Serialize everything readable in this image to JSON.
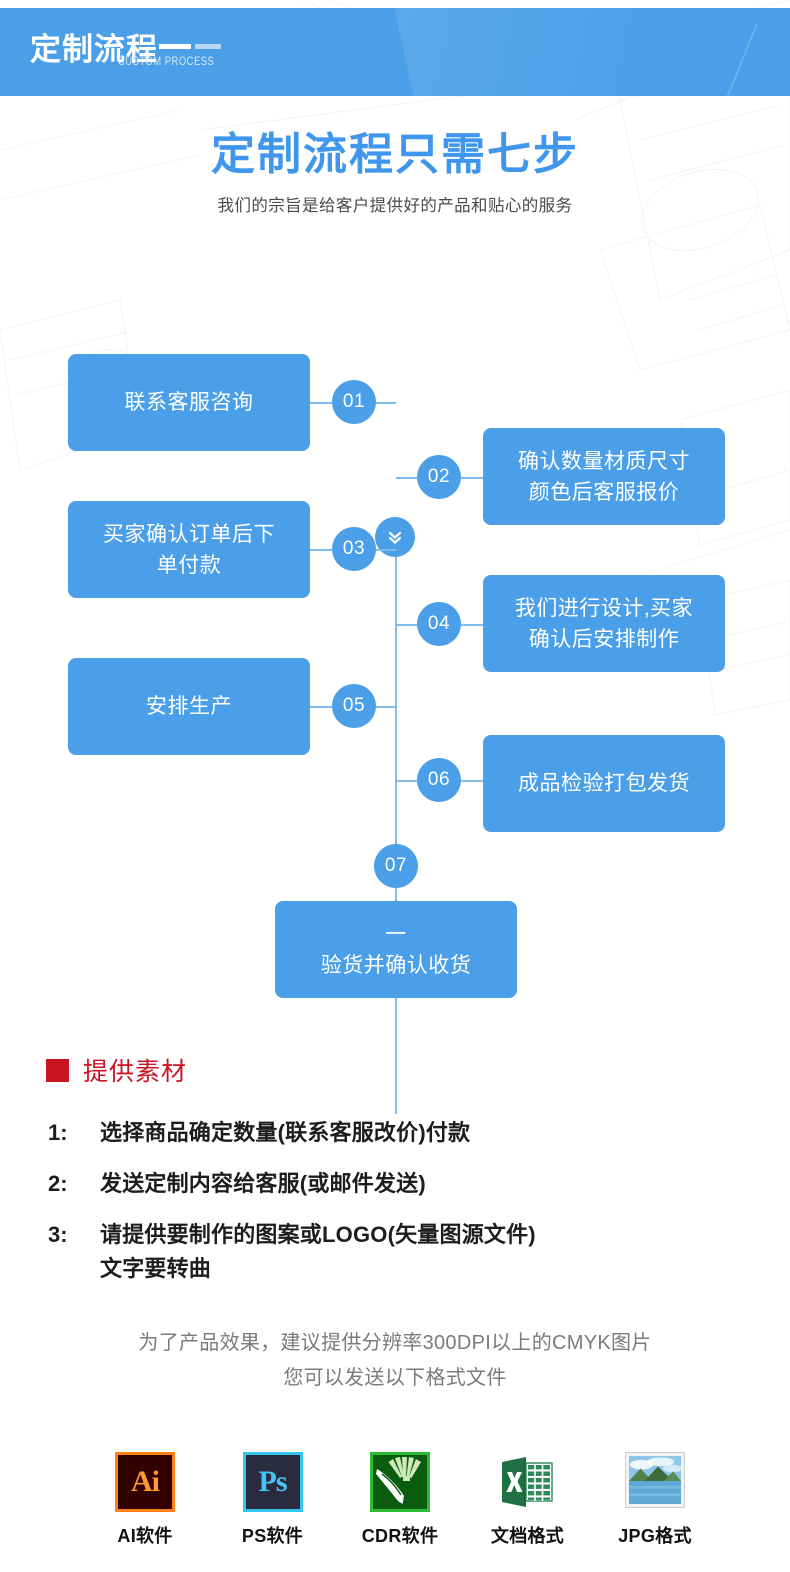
{
  "banner": {
    "title": "定制流程",
    "subtitle": "CUSTOM PROCESS",
    "bg_color": "#4a9fe8"
  },
  "hero": {
    "title": "定制流程只需七步",
    "subtitle": "我们的宗旨是给客户提供好的产品和贴心的服务",
    "title_color": "#3f96ec"
  },
  "flow": {
    "accent_color": "#4a9fe8",
    "line_color": "#7fbdf0",
    "top_icon": "chevron-double-down-icon",
    "steps": [
      {
        "number": "01",
        "label": "联系客服咨询",
        "side": "left"
      },
      {
        "number": "02",
        "label": "确认数量材质尺寸\n颜色后客服报价",
        "side": "right"
      },
      {
        "number": "03",
        "label": "买家确认订单后下\n单付款",
        "side": "left"
      },
      {
        "number": "04",
        "label": "我们进行设计,买家\n确认后安排制作",
        "side": "right"
      },
      {
        "number": "05",
        "label": "安排生产",
        "side": "left"
      },
      {
        "number": "06",
        "label": "成品检验打包发货",
        "side": "right"
      },
      {
        "number": "07",
        "label": "一\n验货并确认收货",
        "side": "center"
      }
    ]
  },
  "materials": {
    "heading": "提供素材",
    "heading_color": "#c81522",
    "items": [
      {
        "num": "1:",
        "text": "选择商品确定数量(联系客服改价)付款"
      },
      {
        "num": "2:",
        "text": "发送定制内容给客服(或邮件发送)"
      },
      {
        "num": "3:",
        "text": "请提供要制作的图案或LOGO(矢量图源文件)\n文字要转曲"
      }
    ],
    "note_line1": "为了产品效果，建议提供分辨率300DPI以上的CMYK图片",
    "note_line2": "您可以发送以下格式文件"
  },
  "software": [
    {
      "icon": "adobe-illustrator-icon",
      "glyph": "Ai",
      "label": "AI软件"
    },
    {
      "icon": "adobe-photoshop-icon",
      "glyph": "Ps",
      "label": "PS软件"
    },
    {
      "icon": "coreldraw-icon",
      "glyph": "",
      "label": "CDR软件"
    },
    {
      "icon": "microsoft-excel-icon",
      "glyph": "X",
      "label": "文档格式"
    },
    {
      "icon": "jpg-photo-icon",
      "glyph": "",
      "label": "JPG格式"
    }
  ]
}
